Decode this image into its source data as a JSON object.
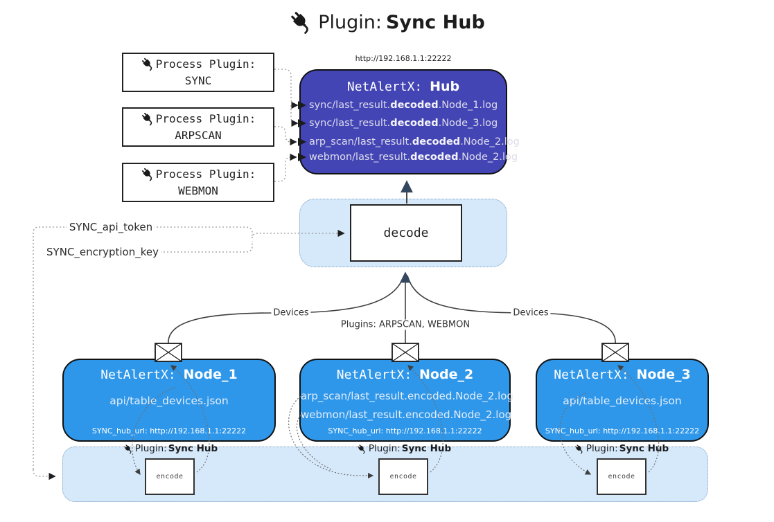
{
  "title": {
    "prefix": "Plugin: ",
    "bold": "Sync Hub"
  },
  "process_plugins": [
    {
      "label": "Process Plugin:",
      "name": "SYNC"
    },
    {
      "label": "Process Plugin:",
      "name": "ARPSCAN"
    },
    {
      "label": "Process Plugin:",
      "name": "WEBMON"
    }
  ],
  "hub": {
    "url": "http://192.168.1.1:22222",
    "title_prefix": "NetAlertX: ",
    "title_bold": "Hub",
    "logs": [
      {
        "pre": "sync/last_result.",
        "bold": "decoded",
        "post": ".Node_1.log"
      },
      {
        "pre": "sync/last_result.",
        "bold": "decoded",
        "post": ".Node_3.log"
      },
      {
        "pre": "arp_scan/last_result.",
        "bold": "decoded",
        "post": ".Node_2.log"
      },
      {
        "pre": "webmon/last_result.",
        "bold": "decoded",
        "post": ".Node_2.log"
      }
    ]
  },
  "decode": {
    "label": "decode"
  },
  "config": {
    "api_token": "SYNC_api_token",
    "encryption_key": "SYNC_encryption_key"
  },
  "edges": {
    "devices_left": "Devices",
    "devices_right": "Devices",
    "plugins_mid": "Plugins: ARPSCAN, WEBMON"
  },
  "nodes": [
    {
      "title_prefix": "NetAlertX: ",
      "title_bold": "Node_1",
      "files": [
        "api/table_devices.json"
      ],
      "hub_url": "SYNC_hub_url: http://192.168.1.1:22222"
    },
    {
      "title_prefix": "NetAlertX: ",
      "title_bold": "Node_2",
      "files": [
        "arp_scan/last_result.encoded.Node_2.log",
        "webmon/last_result.encoded.Node_2.log"
      ],
      "hub_url": "SYNC_hub_url: http://192.168.1.1:22222"
    },
    {
      "title_prefix": "NetAlertX: ",
      "title_bold": "Node_3",
      "files": [
        "api/table_devices.json"
      ],
      "hub_url": "SYNC_hub_url: http://192.168.1.1:22222"
    }
  ],
  "encode_plugins": [
    {
      "label_prefix": "Plugin: ",
      "label_bold": "Sync Hub",
      "box": "encode"
    },
    {
      "label_prefix": "Plugin: ",
      "label_bold": "Sync Hub",
      "box": "encode"
    },
    {
      "label_prefix": "Plugin: ",
      "label_bold": "Sync Hub",
      "box": "encode"
    }
  ],
  "colors": {
    "node_blue": "#2f97ea",
    "hub_indigo": "#4445b5",
    "panel_blue": "#d6e9fa",
    "panel_border": "#7da0c4",
    "ink": "#1a1a1a",
    "line_gray": "#999999"
  }
}
